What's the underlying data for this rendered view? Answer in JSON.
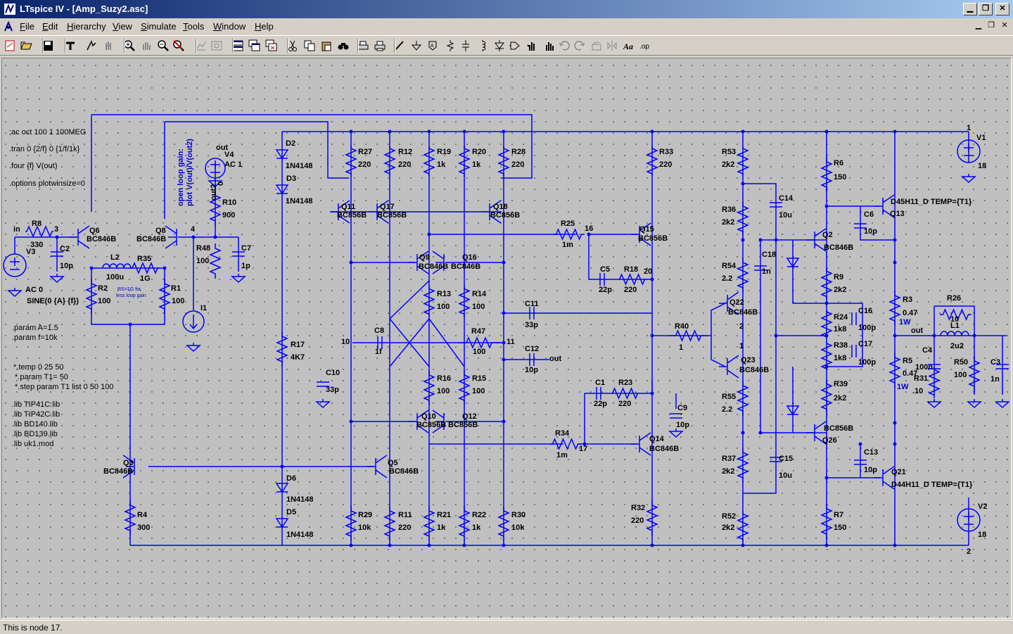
{
  "window": {
    "title": "LTspice IV - [Amp_Suzy2.asc]",
    "buttons": [
      "minimize",
      "maximize",
      "close"
    ]
  },
  "menu": {
    "items": [
      {
        "label": "File",
        "accel": "F"
      },
      {
        "label": "Edit",
        "accel": "E"
      },
      {
        "label": "Hierarchy",
        "accel": "H"
      },
      {
        "label": "View",
        "accel": "V"
      },
      {
        "label": "Simulate",
        "accel": "S"
      },
      {
        "label": "Tools",
        "accel": "T"
      },
      {
        "label": "Window",
        "accel": "W"
      },
      {
        "label": "Help",
        "accel": "H"
      }
    ]
  },
  "toolbar": {
    "icons": [
      "new-schematic-icon",
      "open-icon",
      "save-icon",
      "control-panel-icon",
      "run-icon",
      "halt-icon",
      "zoom-in-icon",
      "pan-icon",
      "zoom-out-icon",
      "zoom-cancel-icon",
      "autorange-icon",
      "zoom-fit-icon",
      "tile-horizontal-icon",
      "cascade-icon",
      "close-all-icon",
      "cut-icon",
      "copy-icon",
      "paste-icon",
      "find-icon",
      "print-setup-icon",
      "print-icon",
      "draw-wire-icon",
      "ground-icon",
      "label-net-icon",
      "resistor-icon",
      "capacitor-icon",
      "inductor-icon",
      "diode-icon",
      "component-icon",
      "move-icon",
      "drag-icon",
      "undo-icon",
      "redo-icon",
      "rotate-icon",
      "mirror-icon",
      "text-icon",
      "spice-directive-icon"
    ]
  },
  "schematic": {
    "directives": [
      ";ac oct 100 1 100MEG",
      ".tran 0 {2/f} 0 {1/f/1k}",
      ".four {f} V(out)",
      ".options plotwinsize=0",
      ".param A=1.5",
      ".param f=10k",
      "*.temp 0 25 50",
      "*.param T1= 50",
      "*.step param T1 list 0 50 100",
      ".lib TIP41C.lib",
      ".lib TIP42C.lib",
      ".lib BD140.lib",
      ".lib BD139.lib",
      ".lib uk1.mod"
    ],
    "comment_loop_gain": [
      "open  loop  gain:",
      "plot  V(out)/V(out2)"
    ],
    "comment_rs": [
      "RS=1G for",
      "less loop gain"
    ],
    "labels": [
      {
        "t": "V3"
      },
      {
        "t": "AC 0"
      },
      {
        "t": "SINE(0 {A} {f})"
      },
      {
        "t": "in"
      },
      {
        "t": "R8"
      },
      {
        "t": "330"
      },
      {
        "t": "3"
      },
      {
        "t": "C2"
      },
      {
        "t": "10p"
      },
      {
        "t": "Q6"
      },
      {
        "t": "BC846B"
      },
      {
        "t": "L2"
      },
      {
        "t": "100u"
      },
      {
        "t": "R35"
      },
      {
        "t": "1G"
      },
      {
        "t": "R2"
      },
      {
        "t": "100"
      },
      {
        "t": "Q8"
      },
      {
        "t": "BC846B"
      },
      {
        "t": "R1"
      },
      {
        "t": "100"
      },
      {
        "t": "4"
      },
      {
        "t": "V4"
      },
      {
        "t": "AC 1"
      },
      {
        "t": "0"
      },
      {
        "t": "out"
      },
      {
        "t": "out2"
      },
      {
        "t": "R10"
      },
      {
        "t": "900"
      },
      {
        "t": "R48"
      },
      {
        "t": "100"
      },
      {
        "t": "C7"
      },
      {
        "t": "1p"
      },
      {
        "t": "I1"
      },
      {
        "t": "D2"
      },
      {
        "t": "1N4148"
      },
      {
        "t": "D3"
      },
      {
        "t": "1N4148"
      },
      {
        "t": "R17"
      },
      {
        "t": "4K7"
      },
      {
        "t": "C10"
      },
      {
        "t": "33p"
      },
      {
        "t": "Q3"
      },
      {
        "t": "BC846B"
      },
      {
        "t": "R4"
      },
      {
        "t": "300"
      },
      {
        "t": "D6"
      },
      {
        "t": "1N4148"
      },
      {
        "t": "D5"
      },
      {
        "t": "1N4148"
      },
      {
        "t": "R27"
      },
      {
        "t": "220"
      },
      {
        "t": "R12"
      },
      {
        "t": "220"
      },
      {
        "t": "R19"
      },
      {
        "t": "1k"
      },
      {
        "t": "R20"
      },
      {
        "t": "1k"
      },
      {
        "t": "R28"
      },
      {
        "t": "220"
      },
      {
        "t": "Q11"
      },
      {
        "t": "BC856B"
      },
      {
        "t": "Q17"
      },
      {
        "t": "BC856B"
      },
      {
        "t": "Q18"
      },
      {
        "t": "BC856B"
      },
      {
        "t": "Q9"
      },
      {
        "t": "BC846B"
      },
      {
        "t": "Q16"
      },
      {
        "t": "BC846B"
      },
      {
        "t": "R13"
      },
      {
        "t": "100"
      },
      {
        "t": "R14"
      },
      {
        "t": "100"
      },
      {
        "t": "C8"
      },
      {
        "t": "1f"
      },
      {
        "t": "10"
      },
      {
        "t": "R47"
      },
      {
        "t": "100"
      },
      {
        "t": "11"
      },
      {
        "t": "R16"
      },
      {
        "t": "100"
      },
      {
        "t": "R15"
      },
      {
        "t": "100"
      },
      {
        "t": "Q10"
      },
      {
        "t": "BC856B"
      },
      {
        "t": "Q12"
      },
      {
        "t": "BC856B"
      },
      {
        "t": "Q5"
      },
      {
        "t": "BC846B"
      },
      {
        "t": "R29"
      },
      {
        "t": "10k"
      },
      {
        "t": "R11"
      },
      {
        "t": "220"
      },
      {
        "t": "R21"
      },
      {
        "t": "1k"
      },
      {
        "t": "R22"
      },
      {
        "t": "1k"
      },
      {
        "t": "R30"
      },
      {
        "t": "10k"
      },
      {
        "t": "R25"
      },
      {
        "t": "1m"
      },
      {
        "t": "16"
      },
      {
        "t": "C5"
      },
      {
        "t": "22p"
      },
      {
        "t": "R18"
      },
      {
        "t": "220"
      },
      {
        "t": "20"
      },
      {
        "t": "C11"
      },
      {
        "t": "33p"
      },
      {
        "t": "C12"
      },
      {
        "t": "10p"
      },
      {
        "t": "out"
      },
      {
        "t": "R33"
      },
      {
        "t": "220"
      },
      {
        "t": "Q15"
      },
      {
        "t": "BC856B"
      },
      {
        "t": "R40"
      },
      {
        "t": "1"
      },
      {
        "t": "C1"
      },
      {
        "t": "22p"
      },
      {
        "t": "R23"
      },
      {
        "t": "220"
      },
      {
        "t": "C9"
      },
      {
        "t": "10p"
      },
      {
        "t": "R34"
      },
      {
        "t": "1m"
      },
      {
        "t": "17"
      },
      {
        "t": "Q14"
      },
      {
        "t": "BC846B"
      },
      {
        "t": "R32"
      },
      {
        "t": "220"
      },
      {
        "t": "R53"
      },
      {
        "t": "2k2"
      },
      {
        "t": "C14"
      },
      {
        "t": "10u"
      },
      {
        "t": "R36"
      },
      {
        "t": "2k2"
      },
      {
        "t": "C18"
      },
      {
        "t": "1n"
      },
      {
        "t": "R54"
      },
      {
        "t": "2.2"
      },
      {
        "t": "Q22"
      },
      {
        "t": "BC846B"
      },
      {
        "t": "2"
      },
      {
        "t": "1"
      },
      {
        "t": "Q23"
      },
      {
        "t": "BC846B"
      },
      {
        "t": "R55"
      },
      {
        "t": "2.2"
      },
      {
        "t": "R37"
      },
      {
        "t": "2k2"
      },
      {
        "t": "C15"
      },
      {
        "t": "10u"
      },
      {
        "t": "R52"
      },
      {
        "t": "2k2"
      },
      {
        "t": "R6"
      },
      {
        "t": "150"
      },
      {
        "t": "Q2"
      },
      {
        "t": "BC846B"
      },
      {
        "t": "R9"
      },
      {
        "t": "2k2"
      },
      {
        "t": "R24"
      },
      {
        "t": "1k8"
      },
      {
        "t": "C16"
      },
      {
        "t": "100p"
      },
      {
        "t": "R38"
      },
      {
        "t": "1k8"
      },
      {
        "t": "C17"
      },
      {
        "t": "100p"
      },
      {
        "t": "R39"
      },
      {
        "t": "2k2"
      },
      {
        "t": "BC856B"
      },
      {
        "t": "Q26"
      },
      {
        "t": "R7"
      },
      {
        "t": "150"
      },
      {
        "t": "D45H11_D TEMP={T1}"
      },
      {
        "t": "Q13"
      },
      {
        "t": "C6"
      },
      {
        "t": "10p"
      },
      {
        "t": "C13"
      },
      {
        "t": "10p"
      },
      {
        "t": "Q21"
      },
      {
        "t": "D44H11_D TEMP={T1}"
      },
      {
        "t": "R3"
      },
      {
        "t": "0.47"
      },
      {
        "t": "1W"
      },
      {
        "t": "R5"
      },
      {
        "t": "0.47"
      },
      {
        "t": "1W"
      },
      {
        "t": "R26"
      },
      {
        "t": "10"
      },
      {
        "t": "L1"
      },
      {
        "t": "2u2"
      },
      {
        "t": "out"
      },
      {
        "t": "C4"
      },
      {
        "t": "100n"
      },
      {
        "t": "R31"
      },
      {
        "t": ".10"
      },
      {
        "t": "R50"
      },
      {
        "t": "100"
      },
      {
        "t": "C3"
      },
      {
        "t": "1n"
      },
      {
        "t": "V1"
      },
      {
        "t": "18"
      },
      {
        "t": "1"
      },
      {
        "t": "V2"
      },
      {
        "t": "18"
      },
      {
        "t": "2"
      }
    ],
    "colors": {
      "wire": "#0000ff",
      "text": "#000000",
      "background": "#c0c0c0",
      "grid_dot": "#606060"
    }
  },
  "status": {
    "text": "This is node 17."
  }
}
